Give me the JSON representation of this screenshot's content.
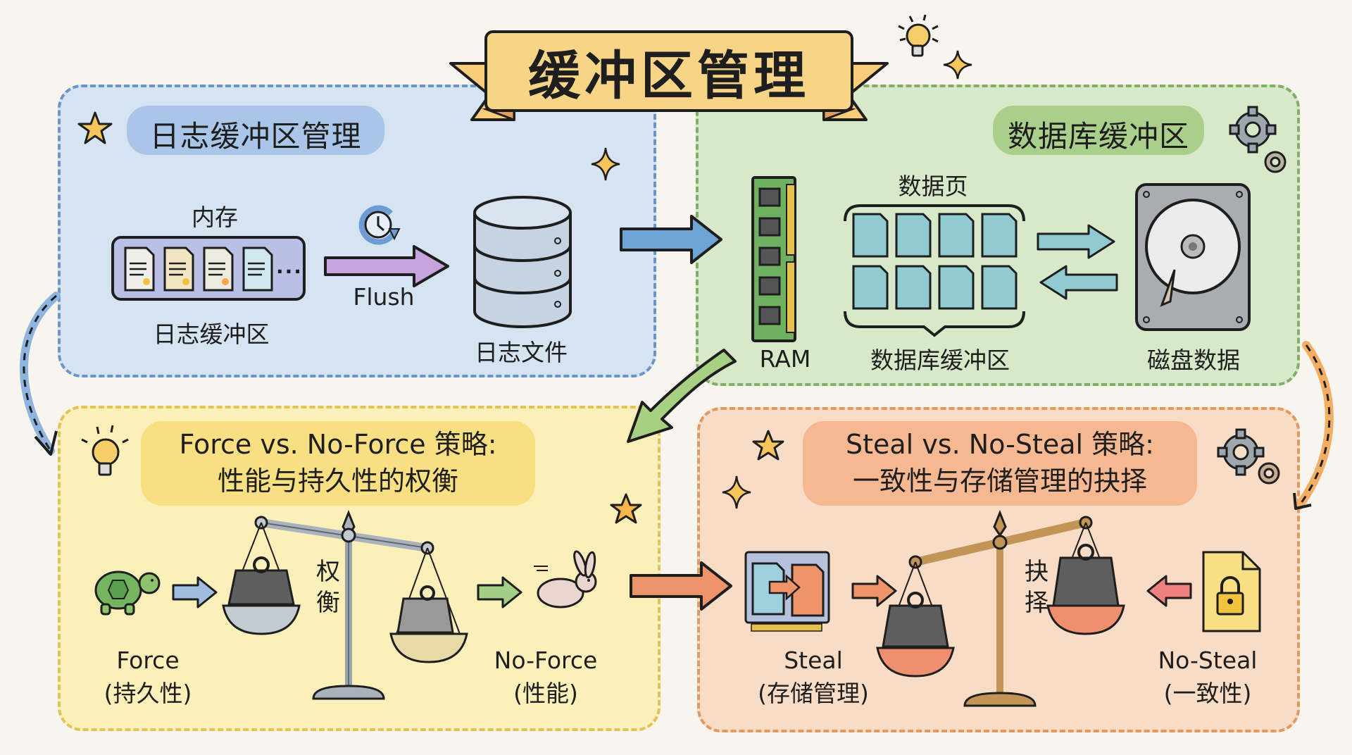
{
  "title": "缓冲区管理",
  "colors": {
    "blue_panel": "#d6e4f1",
    "green_panel": "#d8e9c9",
    "yellow_panel": "#fbefba",
    "orange_panel": "#f8dcc5",
    "banner": "#f8d586"
  },
  "log_buffer": {
    "heading": "日志缓冲区管理",
    "memory_label": "内存",
    "buffer_label": "日志缓冲区",
    "ellipsis": "...",
    "flush_label": "Flush",
    "log_file_label": "日志文件"
  },
  "db_buffer": {
    "heading": "数据库缓冲区",
    "pages_label": "数据页",
    "ram_label": "RAM",
    "buffer_label": "数据库缓冲区",
    "disk_label": "磁盘数据"
  },
  "force": {
    "heading_line1": "Force vs. No-Force 策略:",
    "heading_line2": "性能与持久性的权衡",
    "scale_label": "权衡",
    "left_name": "Force",
    "left_sub": "(持久性)",
    "right_name": "No-Force",
    "right_sub": "(性能)"
  },
  "steal": {
    "heading_line1": "Steal vs. No-Steal 策略:",
    "heading_line2": "一致性与存储管理的抉择",
    "scale_label": "抉择",
    "left_name": "Steal",
    "left_sub": "(存储管理)",
    "right_name": "No-Steal",
    "right_sub": "(一致性)"
  }
}
